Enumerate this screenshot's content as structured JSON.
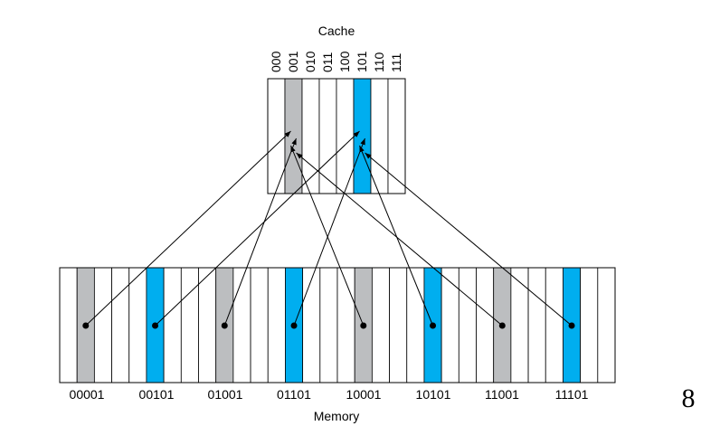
{
  "cache": {
    "title": "Cache",
    "indices": [
      "000",
      "001",
      "010",
      "011",
      "100",
      "101",
      "110",
      "111"
    ],
    "highlighted": {
      "001": "gray",
      "101": "blue"
    }
  },
  "memory": {
    "title": "Memory",
    "addresses": [
      "00001",
      "00101",
      "01001",
      "01101",
      "10001",
      "10101",
      "11001",
      "11101"
    ],
    "block_colors": [
      "gray",
      "blue",
      "gray",
      "blue",
      "gray",
      "blue",
      "gray",
      "blue"
    ],
    "maps_to_cache_index": [
      "001",
      "101",
      "001",
      "101",
      "001",
      "101",
      "001",
      "101"
    ]
  },
  "colors": {
    "gray": "#bcbec0",
    "blue": "#00aeef",
    "line": "#000000"
  },
  "page_number": "8"
}
